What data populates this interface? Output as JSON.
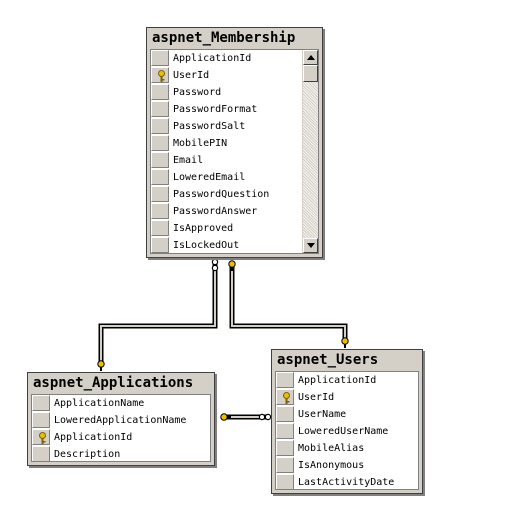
{
  "tables": {
    "membership": {
      "title": "aspnet_Membership",
      "columns": [
        {
          "name": "ApplicationId",
          "key": false
        },
        {
          "name": "UserId",
          "key": true
        },
        {
          "name": "Password",
          "key": false
        },
        {
          "name": "PasswordFormat",
          "key": false
        },
        {
          "name": "PasswordSalt",
          "key": false
        },
        {
          "name": "MobilePIN",
          "key": false
        },
        {
          "name": "Email",
          "key": false
        },
        {
          "name": "LoweredEmail",
          "key": false
        },
        {
          "name": "PasswordQuestion",
          "key": false
        },
        {
          "name": "PasswordAnswer",
          "key": false
        },
        {
          "name": "IsApproved",
          "key": false
        },
        {
          "name": "IsLockedOut",
          "key": false
        }
      ]
    },
    "applications": {
      "title": "aspnet_Applications",
      "columns": [
        {
          "name": "ApplicationName",
          "key": false
        },
        {
          "name": "LoweredApplicationName",
          "key": false
        },
        {
          "name": "ApplicationId",
          "key": true
        },
        {
          "name": "Description",
          "key": false
        }
      ]
    },
    "users": {
      "title": "aspnet_Users",
      "columns": [
        {
          "name": "ApplicationId",
          "key": false
        },
        {
          "name": "UserId",
          "key": true
        },
        {
          "name": "UserName",
          "key": false
        },
        {
          "name": "LoweredUserName",
          "key": false
        },
        {
          "name": "MobileAlias",
          "key": false
        },
        {
          "name": "IsAnonymous",
          "key": false
        },
        {
          "name": "LastActivityDate",
          "key": false
        }
      ]
    }
  },
  "colors": {
    "panel": "#d4d0c8",
    "key_gold": "#e8c000",
    "key_outline": "#806000"
  }
}
